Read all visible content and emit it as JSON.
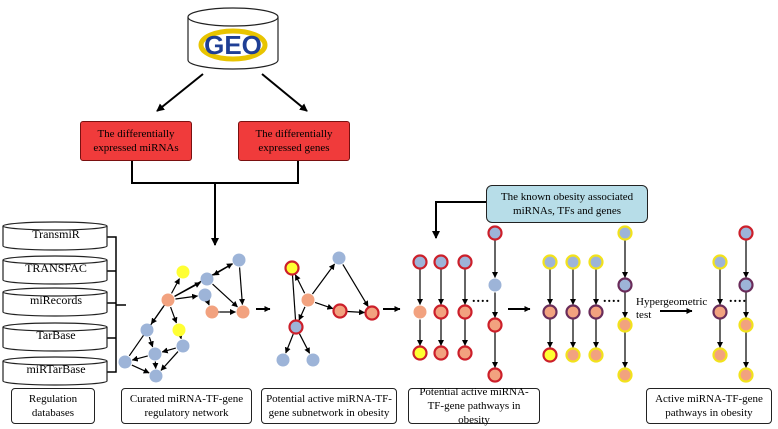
{
  "source": {
    "logo_text": "GEO"
  },
  "de_boxes": {
    "mirnas": "The differentially expressed miRNAs",
    "genes": "The differentially expressed genes"
  },
  "known_box": "The known obesity associated miRNAs, TFs and genes",
  "databases": [
    "TransmiR",
    "TRANSFAC",
    "miRecords",
    "TarBase",
    "miRTarBase"
  ],
  "stage_labels": {
    "regulation": "Regulation databases",
    "curated": "Curated miRNA-TF-gene regulatory network",
    "potential_subnet": "Potential active miRNA-TF-gene subnetwork in obesity",
    "potential_pathways": "Potential active miRNA-TF-gene pathways in obesity",
    "active_pathways": "Active miRNA-TF-gene pathways in obesity"
  },
  "test_label": "Hypergeometric test",
  "ellipsis": "....",
  "colors": {
    "red_box": "#f03b3b",
    "blue_box": "#b7dde8",
    "node_blue": "#9db4d8",
    "node_orange": "#f2a27f",
    "node_yellow": "#ffff33",
    "ring_red": "#cc1f2a",
    "ring_yellow": "#f2e21c",
    "ring_purple": "#6a2c5a"
  }
}
